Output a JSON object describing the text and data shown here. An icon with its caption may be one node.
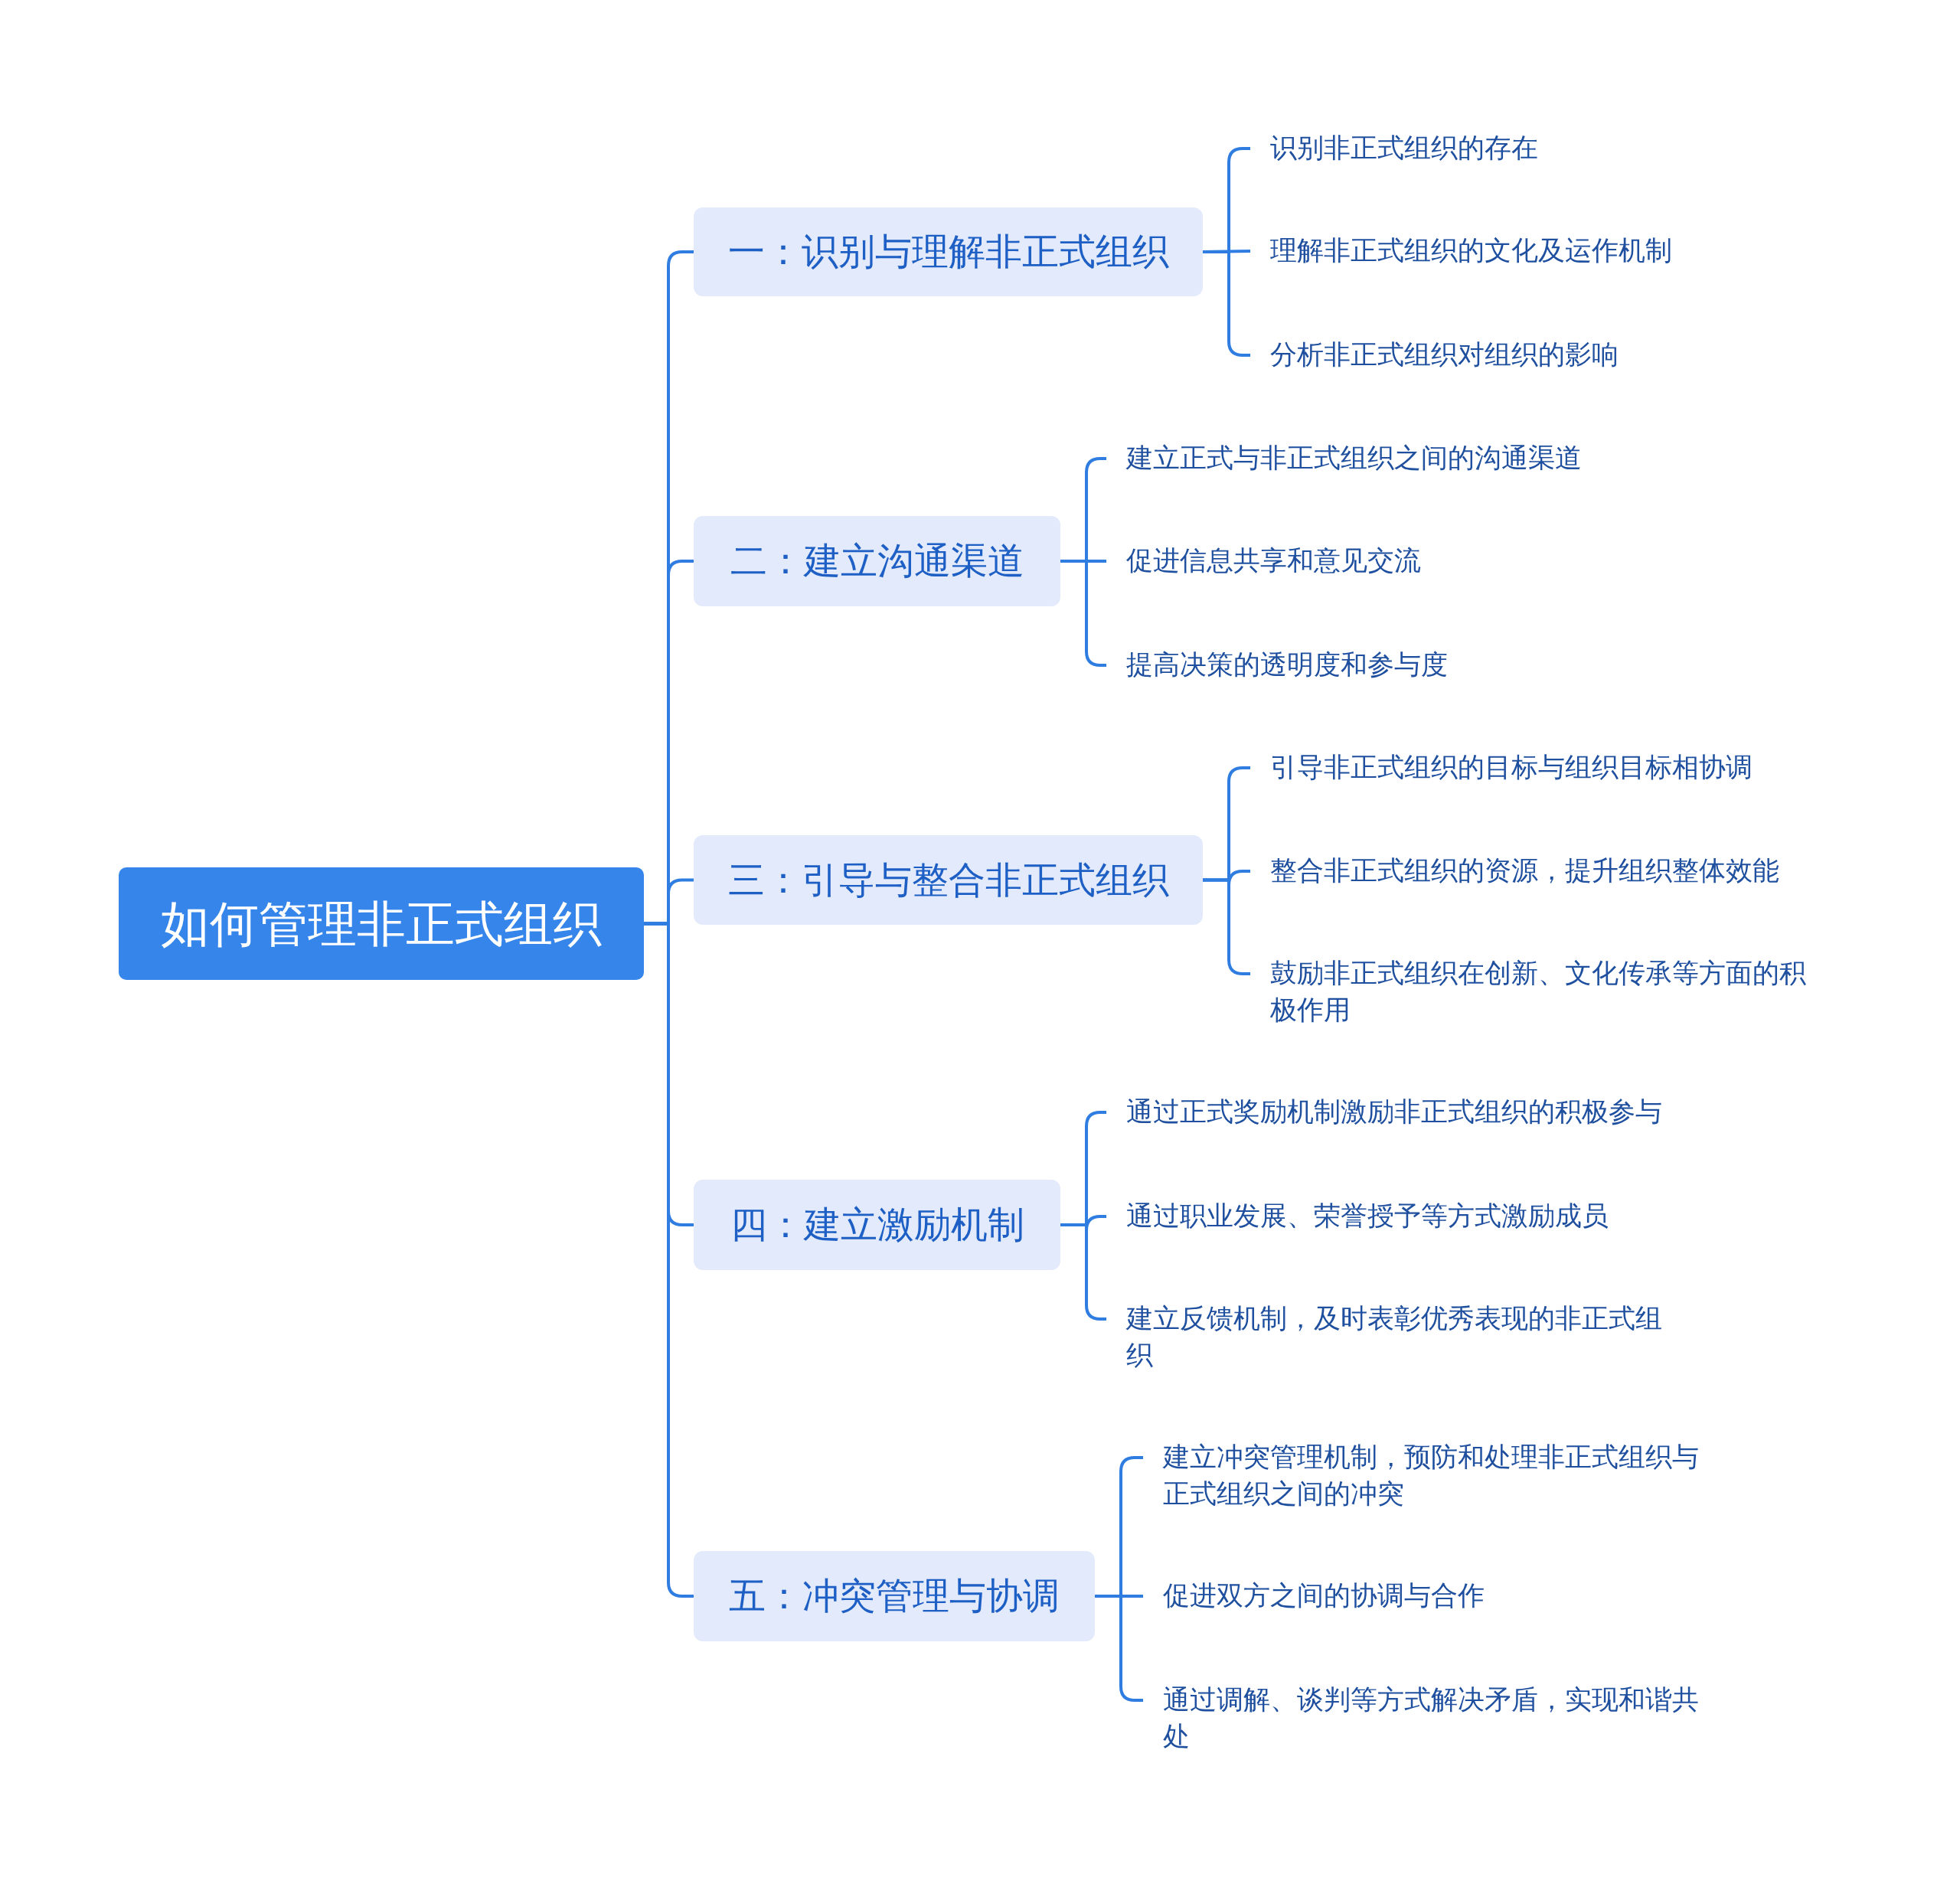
{
  "diagram": {
    "nodes": [
      {
        "text": [
          "如何管理非正式组织"
        ]
      },
      {
        "text": [
          "一：识别与理解非正式组织"
        ]
      },
      {
        "text": [
          "识别非正式组织的存在"
        ]
      },
      {
        "text": [
          "理解非正式组织的文化及运作机制"
        ]
      },
      {
        "text": [
          "分析非正式组织对组织的影响"
        ]
      },
      {
        "text": [
          "二：建立沟通渠道"
        ]
      },
      {
        "text": [
          "建立正式与非正式组织之间的沟通渠道"
        ]
      },
      {
        "text": [
          "促进信息共享和意见交流"
        ]
      },
      {
        "text": [
          "提高决策的透明度和参与度"
        ]
      },
      {
        "text": [
          "三：引导与整合非正式组织"
        ]
      },
      {
        "text": [
          "引导非正式组织的目标与组织目标相协调"
        ]
      },
      {
        "text": [
          "整合非正式组织的资源，提升组织整体效能"
        ]
      },
      {
        "text": [
          "鼓励非正式组织在创新、文化传承等方面的积极作用"
        ]
      },
      {
        "text": [
          "四：建立激励机制"
        ]
      },
      {
        "text": [
          "通过正式奖励机制激励非正式组织的积极参与"
        ]
      },
      {
        "text": [
          "通过职业发展、荣誉授予等方式激励成员"
        ]
      },
      {
        "text": [
          "建立反馈机制，及时表彰优秀表现的非正式组织"
        ]
      },
      {
        "text": [
          "五：冲突管理与协调"
        ]
      },
      {
        "text": [
          "建立冲突管理机制，预防和处理非正式组织与正式组织之间的冲突"
        ]
      },
      {
        "text": [
          "促进双方之间的协调与合作"
        ]
      },
      {
        "text": [
          "通过调解、谈判等方式解决矛盾，实现和谐共处"
        ]
      }
    ],
    "edges": [
      {
        "from": 0,
        "to": 1,
        "arrow": "none"
      },
      {
        "from": 1,
        "to": 2,
        "arrow": "none"
      },
      {
        "from": 1,
        "to": 3,
        "arrow": "none"
      },
      {
        "from": 1,
        "to": 4,
        "arrow": "none"
      },
      {
        "from": 0,
        "to": 5,
        "arrow": "none"
      },
      {
        "from": 5,
        "to": 6,
        "arrow": "none"
      },
      {
        "from": 5,
        "to": 7,
        "arrow": "none"
      },
      {
        "from": 5,
        "to": 8,
        "arrow": "none"
      },
      {
        "from": 0,
        "to": 9,
        "arrow": "none"
      },
      {
        "from": 9,
        "to": 10,
        "arrow": "none"
      },
      {
        "from": 9,
        "to": 11,
        "arrow": "none"
      },
      {
        "from": 9,
        "to": 12,
        "arrow": "none"
      },
      {
        "from": 0,
        "to": 13,
        "arrow": "none"
      },
      {
        "from": 13,
        "to": 14,
        "arrow": "none"
      },
      {
        "from": 13,
        "to": 15,
        "arrow": "none"
      },
      {
        "from": 13,
        "to": 16,
        "arrow": "none"
      },
      {
        "from": 0,
        "to": 17,
        "arrow": "none"
      },
      {
        "from": 17,
        "to": 18,
        "arrow": "none"
      },
      {
        "from": 17,
        "to": 19,
        "arrow": "none"
      },
      {
        "from": 17,
        "to": 20,
        "arrow": "none"
      }
    ]
  }
}
